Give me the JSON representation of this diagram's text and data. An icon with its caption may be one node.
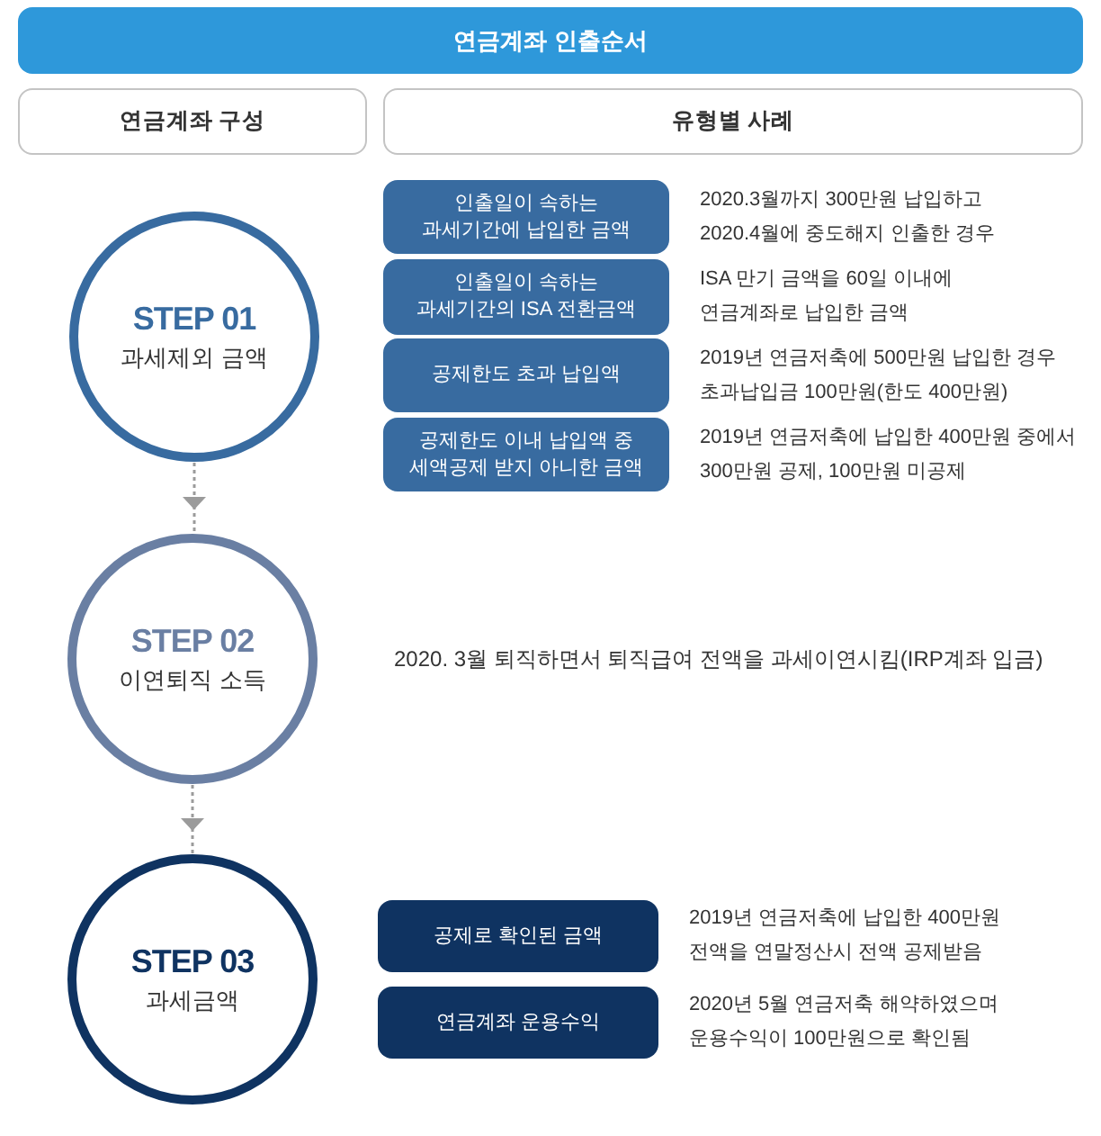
{
  "diagram": {
    "title": "연금계좌 인출순서",
    "nodes": [
      {
        "text": [
          "연금계좌 구성"
        ]
      },
      {
        "text": [
          "유형별 사례"
        ]
      },
      {
        "text": [
          "STEP 01",
          "과세제외 금액"
        ]
      },
      {
        "text": [
          "인출일이 속하는 과세기간에 납입한 금액"
        ],
        "beside": [
          "2020.3월까지 300만원 납입하고 2020.4월에 중도해지 인출한 경우"
        ]
      },
      {
        "text": [
          "인출일이 속하는 과세기간의 ISA 전환금액"
        ],
        "beside": [
          "ISA 만기 금액을 60일 이내에 연금계좌로 납입한 금액"
        ]
      },
      {
        "text": [
          "공제한도 초과 납입액"
        ],
        "beside": [
          "2019년 연금저축에 500만원 납입한 경우 초과납입금 100만원(한도 400만원)"
        ]
      },
      {
        "text": [
          "공제한도 이내 납입액 중 세액공제 받지 아니한 금액"
        ],
        "beside": [
          "2019년 연금저축에 납입한 400만원 중에서 300만원 공제, 100만원 미공제"
        ]
      },
      {
        "text": [
          "STEP 02",
          "이연퇴직 소득"
        ]
      },
      {
        "text": [
          "STEP 03",
          "과세금액"
        ]
      },
      {
        "text": [
          "공제로 확인된 금액"
        ],
        "beside": [
          "2019년 연금저축에 납입한 400만원 전액을 연말정산시 전액 공제받음"
        ]
      },
      {
        "text": [
          "연금계좌 운용수익"
        ],
        "beside": [
          "2020년 5월 연금저축 해약하였으며 운용수익이 100만원으로 확인됨"
        ]
      }
    ],
    "edges": [
      {
        "from": 2,
        "to": 7,
        "arrow": "to",
        "style": "dashed"
      },
      {
        "from": 7,
        "to": 8,
        "arrow": "to",
        "style": "dashed"
      }
    ],
    "labels": [
      "2020. 3월 퇴직하면서 퇴직급여 전액을 과세이연시킴(IRP계좌 입금)"
    ]
  }
}
